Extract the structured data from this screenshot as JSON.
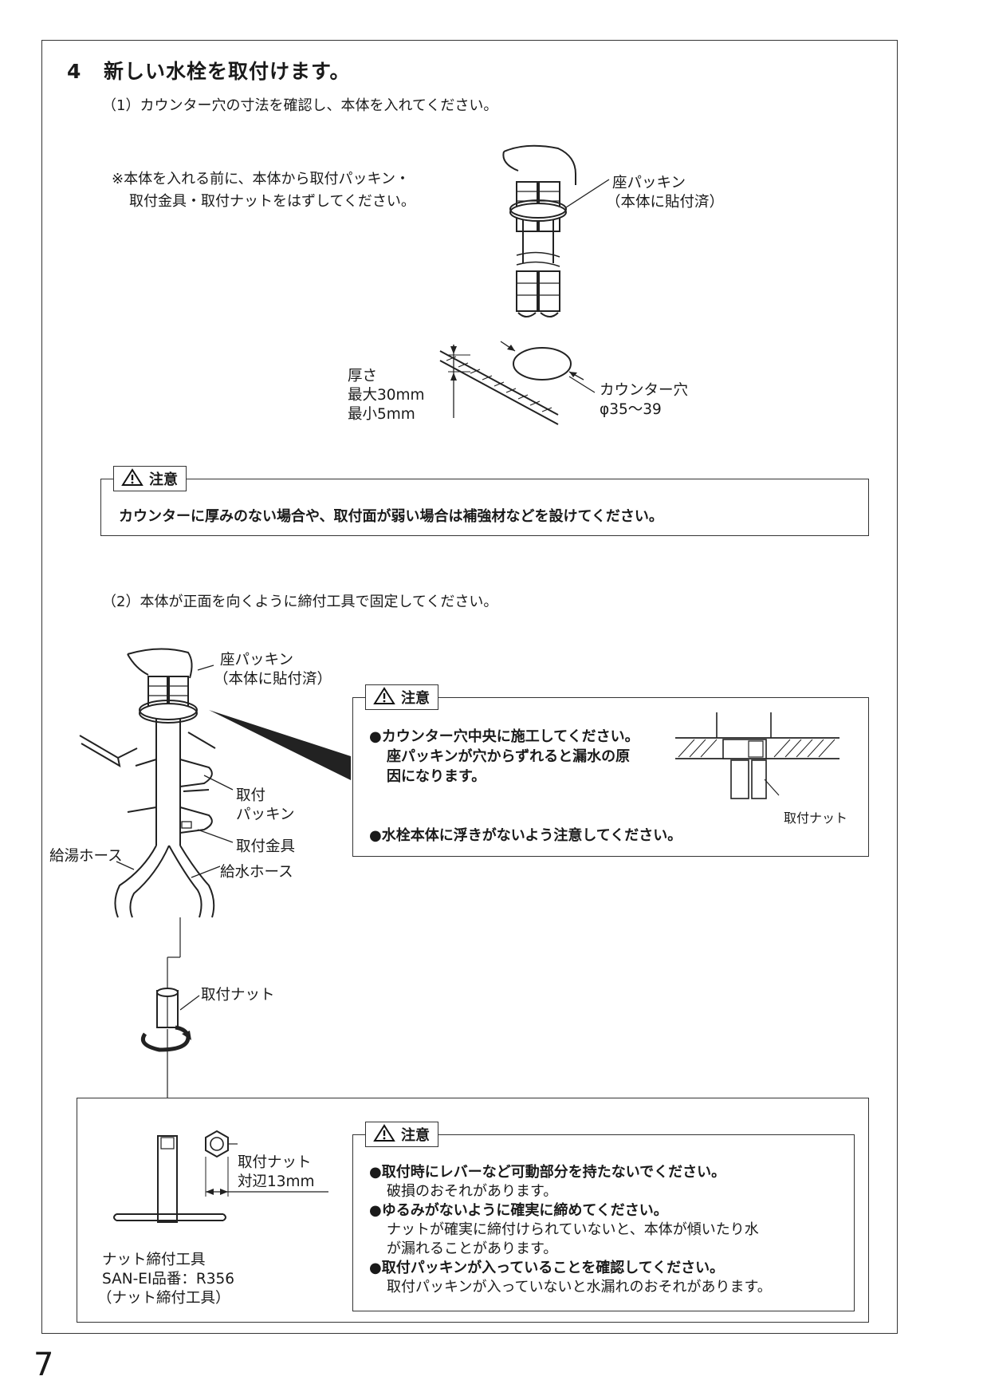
{
  "step": {
    "number": "4",
    "title": "新しい水栓を取付けます。"
  },
  "sub1": {
    "heading": "（1）カウンター穴の寸法を確認し、本体を入れてください。",
    "note_line1": "※本体を入れる前に、本体から取付パッキン・",
    "note_line2": "取付金具・取付ナットをはずしてください。",
    "labels": {
      "seat_packing": "座パッキン",
      "seat_packing_note": "（本体に貼付済）",
      "thickness": "厚さ",
      "thickness_max": "最大30mm",
      "thickness_min": "最小5mm",
      "counter_hole": "カウンター穴",
      "counter_hole_dim": "φ35～39"
    },
    "caution": {
      "tag": "注意",
      "text": "カウンターに厚みのない場合や、取付面が弱い場合は補強材などを設けてください。"
    }
  },
  "sub2": {
    "heading": "（2）本体が正面を向くように締付工具で固定してください。",
    "labels": {
      "seat_packing": "座パッキン",
      "seat_packing_note": "（本体に貼付済）",
      "mount_packing_1": "取付",
      "mount_packing_2": "パッキン",
      "mount_bracket": "取付金具",
      "hot_hose": "給湯ホース",
      "cold_hose": "給水ホース",
      "mount_nut": "取付ナット"
    },
    "caution": {
      "tag": "注意",
      "line1": "●カウンター穴中央に施工してください。",
      "line2": "座パッキンが穴からずれると漏水の原",
      "line3": "因になります。",
      "line4": "●水栓本体に浮きがないよう注意してください。",
      "inset_label": "取付ナット"
    }
  },
  "tool": {
    "nut_label": "取付ナット",
    "nut_size": "対辺13mm",
    "tool_name": "ナット締付工具",
    "tool_part": "SAN-EI品番：R356",
    "tool_name_paren": "（ナット締付工具）",
    "caution": {
      "tag": "注意",
      "line1": "●取付時にレバーなど可動部分を持たないでください。",
      "line2": "破損のおそれがあります。",
      "line3": "●ゆるみがないように確実に締めてください。",
      "line4": "ナットが確実に締付けられていないと、本体が傾いたり水",
      "line5": "が漏れることがあります。",
      "line6": "●取付パッキンが入っていることを確認してください。",
      "line7": "取付パッキンが入っていないと水漏れのおそれがあります。"
    }
  },
  "page_number": "7"
}
